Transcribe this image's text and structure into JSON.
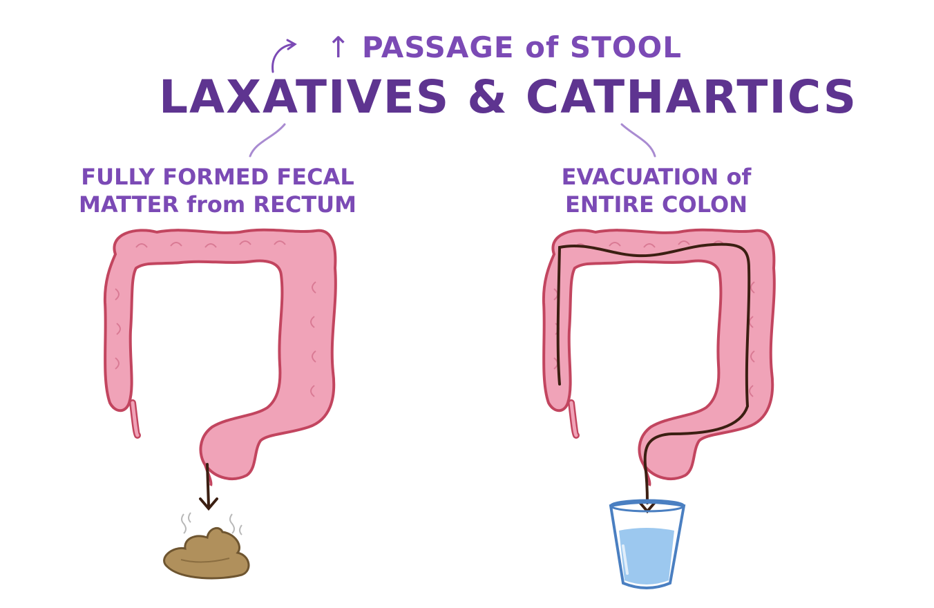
{
  "header": {
    "subtitle": "PASSAGE of STOOL",
    "subtitle_arrow": "↑",
    "title": "LAXATIVES & CATHARTICS"
  },
  "left_panel": {
    "label_line1": "FULLY FORMED FECAL",
    "label_line2": "MATTER from RECTUM"
  },
  "right_panel": {
    "label_line1": "EVACUATION of",
    "label_line2": "ENTIRE COLON"
  },
  "colors": {
    "text": "#6b3fa0",
    "colon_fill": "#f0a3b8",
    "colon_outline": "#c2455f",
    "stool": "#b0905c",
    "water": "#9cc8ef",
    "glass": "#4a7fc1",
    "path": "#3b1f12"
  },
  "icons": [
    "curved-arrow-icon",
    "colon-illustration",
    "stool-icon",
    "water-glass-icon",
    "down-arrow-icon"
  ]
}
